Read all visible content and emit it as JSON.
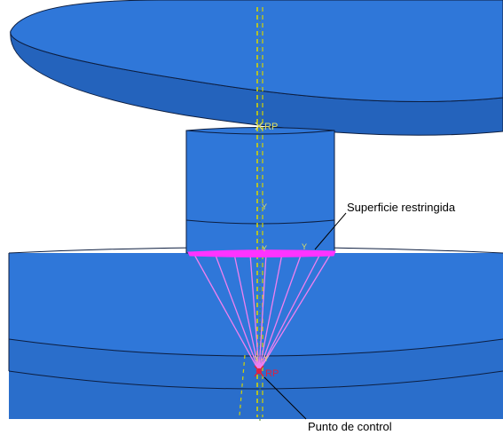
{
  "labels": {
    "constrained_surface": "Superficie restringida",
    "control_point": "Punto de control",
    "rp_top": "RP",
    "rp_bottom": "RP",
    "axis_marks": [
      "Y",
      "Y",
      "Y",
      "Y",
      "Y"
    ]
  },
  "colors": {
    "part_fill": "#2F77D9",
    "part_shadow": "#2463BC",
    "edge": "#0D1E40",
    "axis": "#D4D400",
    "surface": "#FF33FF",
    "coupling": "#F080F0",
    "control": "#E02040",
    "reference": "#E0E060",
    "leader": "#000000",
    "background": "#FFFFFF"
  }
}
